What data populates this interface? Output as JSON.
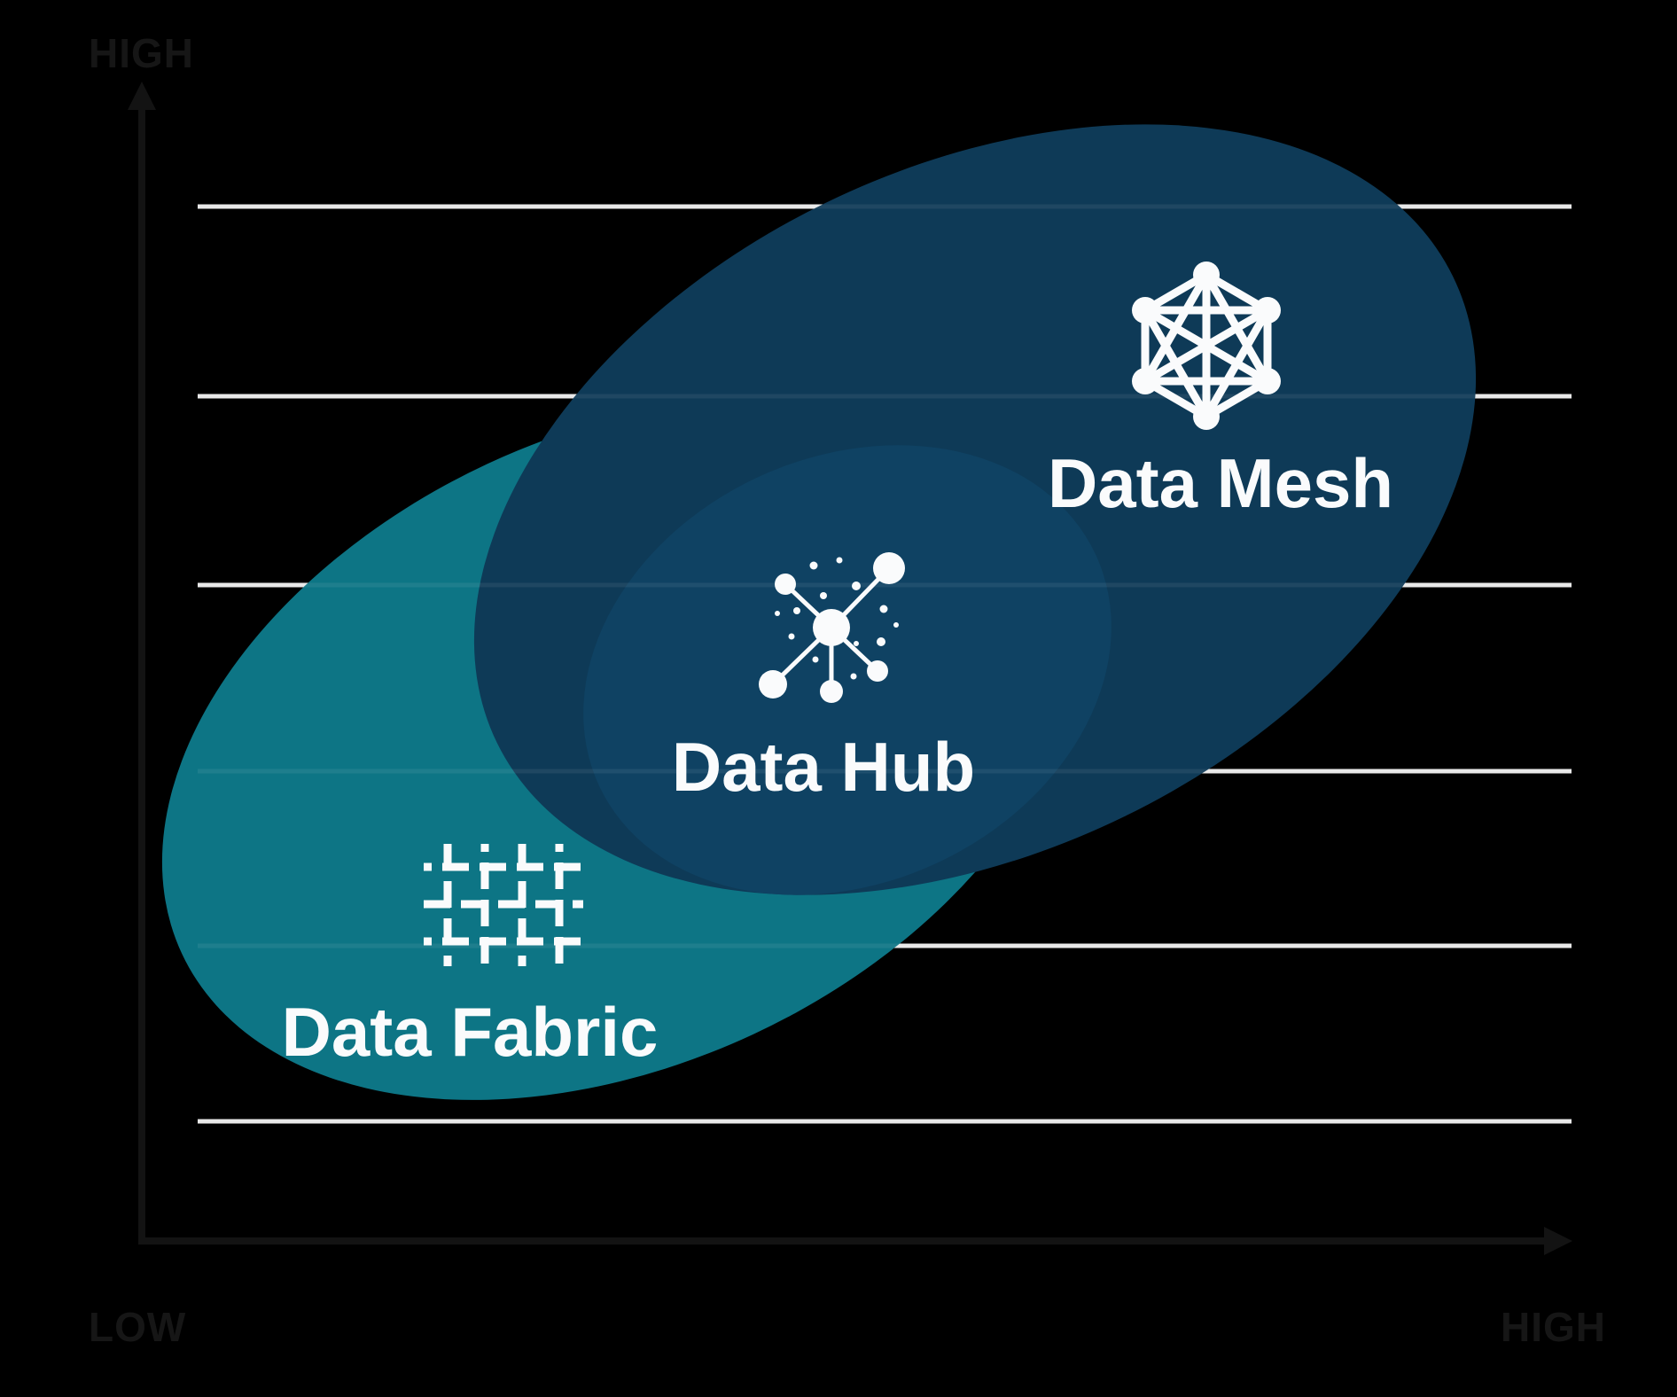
{
  "diagram": {
    "background_color": "#000000",
    "axes": {
      "y_top_label": "HIGH",
      "y_bottom_label": "LOW",
      "x_right_label": "HIGH",
      "axis_color": "#131313",
      "label_color": "#161616"
    },
    "grid": {
      "line_color": "#E8E8E8",
      "line_count": 6
    },
    "label_text_color": "#FAFBFC",
    "bubbles": [
      {
        "id": "data-fabric",
        "label": "Data Fabric",
        "color": "#0D7585",
        "icon": "fabric-weave-icon",
        "position": "lower-left"
      },
      {
        "id": "data-hub",
        "label": "Data Hub",
        "color": "#0F4263",
        "icon": "hub-spoke-icon",
        "position": "center-overlap"
      },
      {
        "id": "data-mesh",
        "label": "Data Mesh",
        "color": "#0E3A57",
        "icon": "mesh-network-icon",
        "position": "upper-right"
      }
    ]
  }
}
